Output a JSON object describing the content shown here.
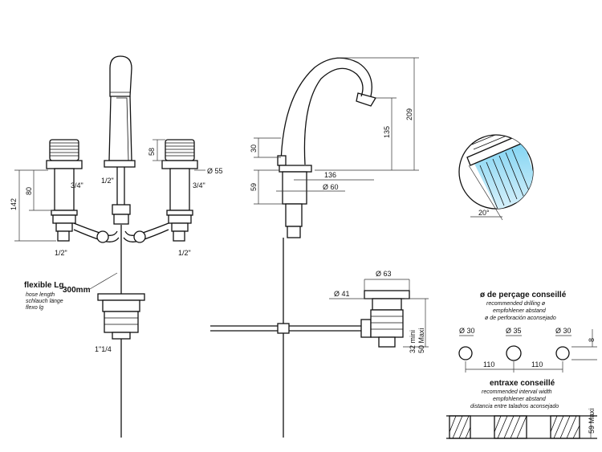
{
  "front_view": {
    "dim_142": "142",
    "dim_80": "80",
    "dim_58": "58",
    "dim_55": "Ø 55",
    "label_half_inch_top": "1/2\"",
    "label_3q_left": "3/4\"",
    "label_3q_right": "3/4\"",
    "label_half_left": "1/2\"",
    "label_half_right": "1/2\"",
    "label_1_1_4": "1\"1/4",
    "hose_title": "flexible Lg",
    "hose_lines": [
      "hose length",
      "schlauch länge",
      "flexo lg"
    ],
    "hose_length": "300mm"
  },
  "side_view": {
    "dim_209": "209",
    "dim_135": "135",
    "dim_30": "30",
    "dim_59": "59",
    "dim_136": "136",
    "dim_60": "Ø 60",
    "dim_63": "Ø 63",
    "dim_41": "Ø 41",
    "dim_32_min": "32 mini",
    "dim_50_max": "50 Maxi"
  },
  "detail": {
    "angle": "20°"
  },
  "drilling": {
    "title": "ø de perçage conseillé",
    "lines": [
      "recommended drilling ø",
      "empfohlener abstand",
      "ø de perforación aconsejado"
    ],
    "d1": "Ø 30",
    "d2": "Ø 35",
    "d3": "Ø 30",
    "dim_8": "8",
    "dist_1": "110",
    "dist_2": "110"
  },
  "interval": {
    "title": "entraxe conseillé",
    "lines": [
      "recommended interval width",
      "empfohlener abstand",
      "distancia entre taladros aconsejado"
    ],
    "dim_59_max": "59 Maxi"
  }
}
